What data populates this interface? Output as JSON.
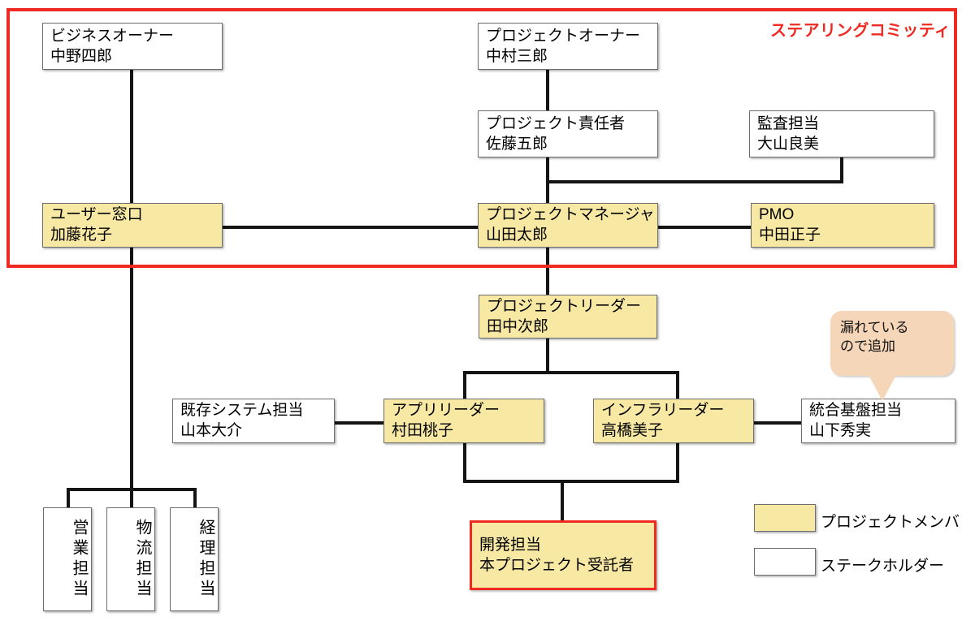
{
  "diagram": {
    "title_note": "ステアリングコミッティ",
    "callout": {
      "line1": "漏れている",
      "line2": "ので追加"
    },
    "legend": {
      "member_label": "プロジェクトメンバ",
      "stakeholder_label": "ステークホルダー",
      "member_color": "#f7e8a4",
      "stakeholder_color": "#ffffff"
    },
    "colors": {
      "member_fill": "#f7e8a4",
      "stakeholder_fill": "#ffffff",
      "accent_red": "#ee2a23",
      "callout_fill": "#f6d6b8",
      "line": "#141414",
      "box_border": "#6e6e6e"
    },
    "nodes": {
      "business_owner": {
        "role": "ビジネスオーナー",
        "name": "中野四郎"
      },
      "project_owner": {
        "role": "プロジェクトオーナー",
        "name": "中村三郎"
      },
      "project_responsible": {
        "role": "プロジェクト責任者",
        "name": "佐藤五郎"
      },
      "auditor": {
        "role": "監査担当",
        "name": "大山良美"
      },
      "user_contact": {
        "role": "ユーザー窓口",
        "name": "加藤花子"
      },
      "project_manager": {
        "role": "プロジェクトマネージャ",
        "name": "山田太郎"
      },
      "pmo": {
        "role": "PMO",
        "name": "中田正子"
      },
      "project_leader": {
        "role": "プロジェクトリーダー",
        "name": "田中次郎"
      },
      "legacy_system": {
        "role": "既存システム担当",
        "name": "山本大介"
      },
      "app_leader": {
        "role": "アプリリーダー",
        "name": "村田桃子"
      },
      "infra_leader": {
        "role": "インフラリーダー",
        "name": "高橋美子"
      },
      "integration_platform": {
        "role": "統合基盤担当",
        "name": "山下秀実"
      },
      "development": {
        "role": "開発担当",
        "name": "本プロジェクト受託者"
      },
      "sales": {
        "label": "営業担当"
      },
      "logistics": {
        "label": "物流担当"
      },
      "accounting": {
        "label": "経理担当"
      }
    }
  }
}
